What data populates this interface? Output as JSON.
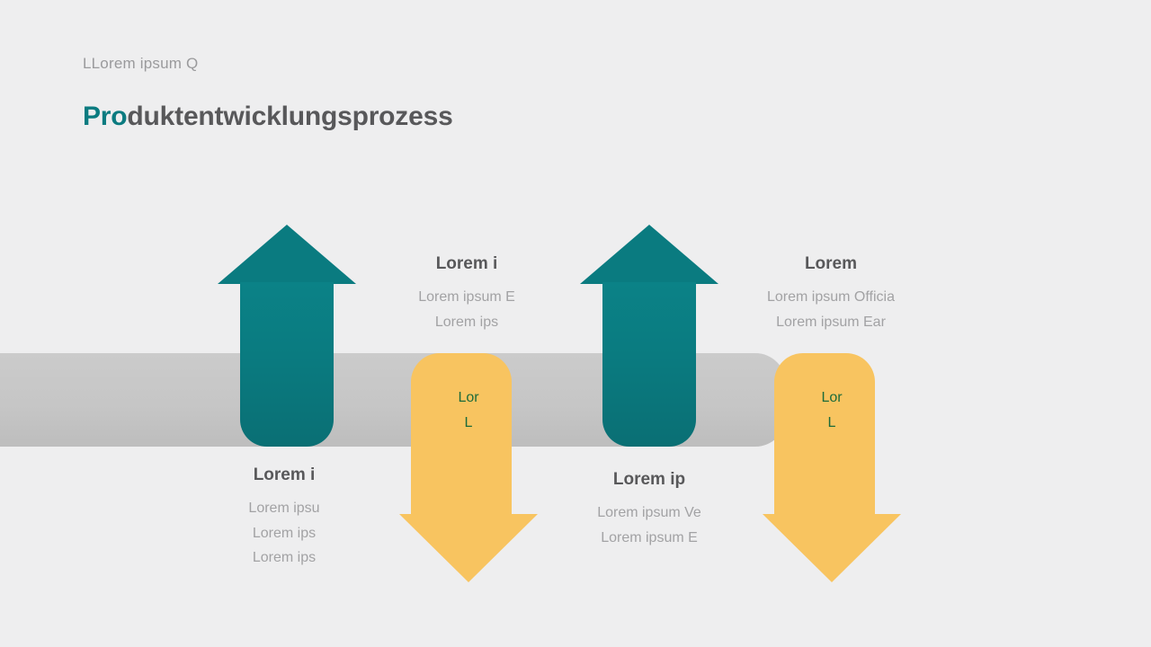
{
  "header": {
    "eyebrow": "LLorem ipsum Q",
    "title_accent": "Pro",
    "title_rest": "duktentwicklungsprozess"
  },
  "colors": {
    "background": "#eeeeef",
    "band": "#c6c6c6",
    "teal": "#0a7b80",
    "yellow": "#f8c460",
    "heading": "#58585a",
    "body": "#a2a2a4",
    "eyebrow": "#9a9a9c",
    "arrow_text": "#1d6b3a"
  },
  "chart_data": {
    "type": "diagram",
    "title": "Produktentwicklungsprozess",
    "layout": "alternating up/down arrows crossing a horizontal band",
    "steps": [
      {
        "index": 1,
        "direction": "up",
        "color": "#0a7b80",
        "label_position": "below",
        "heading": "Lorem i",
        "body": [
          "Lorem ipsu",
          "Lorem ips",
          "Lorem ips"
        ],
        "inner_text": []
      },
      {
        "index": 2,
        "direction": "down",
        "color": "#f8c460",
        "label_position": "above",
        "heading": "Lorem i",
        "body": [
          "Lorem ipsum E",
          "Lorem ips"
        ],
        "inner_text": [
          "Lor",
          "L"
        ]
      },
      {
        "index": 3,
        "direction": "up",
        "color": "#0a7b80",
        "label_position": "below",
        "heading": "Lorem ip",
        "body": [
          "Lorem ipsum Ve",
          "Lorem ipsum E"
        ],
        "inner_text": []
      },
      {
        "index": 4,
        "direction": "down",
        "color": "#f8c460",
        "label_position": "above",
        "heading": "Lorem",
        "body": [
          "Lorem ipsum Officia",
          "Lorem ipsum Ear"
        ],
        "inner_text": [
          "Lor",
          "L"
        ]
      }
    ]
  }
}
